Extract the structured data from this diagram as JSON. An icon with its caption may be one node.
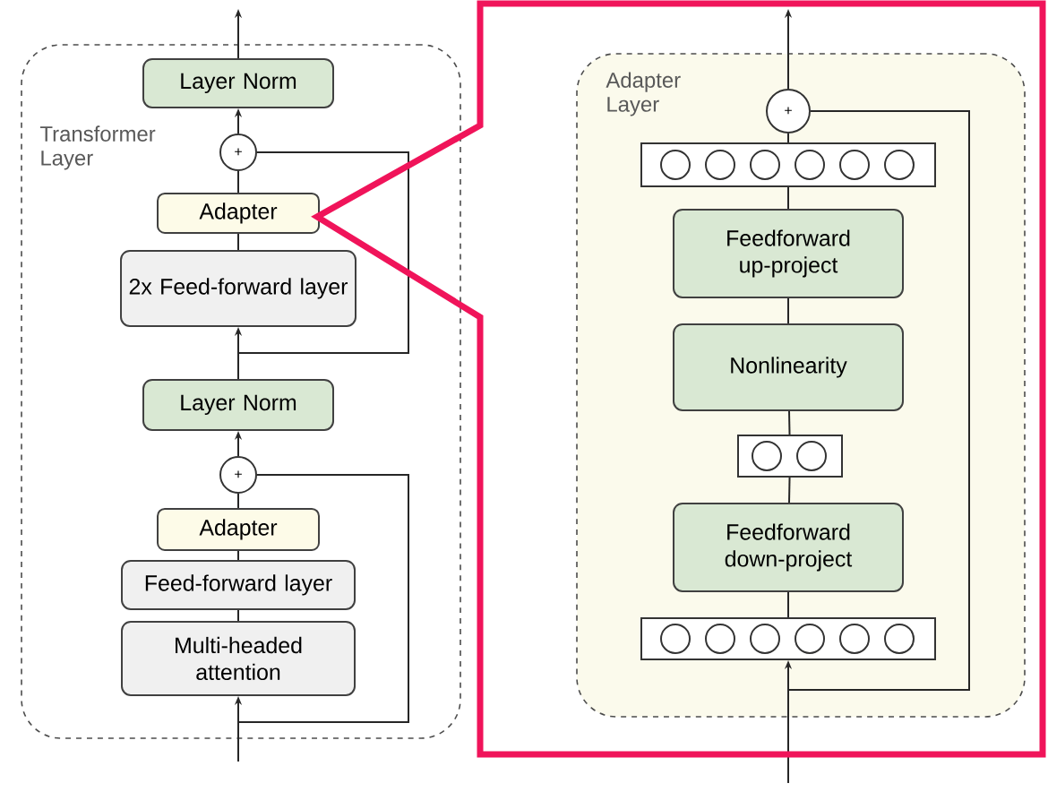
{
  "diagram": {
    "nodes": [
      {
        "text": [
          "Transformer Layer"
        ]
      },
      {
        "text": [
          "Layer Norm"
        ],
        "in": 0
      },
      {
        "text": [
          "+"
        ],
        "in": 0
      },
      {
        "text": [
          "Adapter"
        ],
        "in": 0
      },
      {
        "text": [
          "2x Feed-forward layer"
        ],
        "in": 0
      },
      {
        "text": [
          "Layer Norm"
        ],
        "in": 0
      },
      {
        "text": [
          "+"
        ],
        "in": 0
      },
      {
        "text": [
          "Adapter"
        ],
        "in": 0
      },
      {
        "text": [
          "Feed-forward layer"
        ],
        "in": 0
      },
      {
        "text": [
          "Multi-headed attention"
        ],
        "in": 0
      },
      {
        "text": [
          "Adapter Layer"
        ]
      },
      {
        "text": [
          "+"
        ],
        "in": 10
      },
      {
        "text": [],
        "shape": "box",
        "in": 10
      },
      {
        "text": [
          "Feedforward up-project"
        ],
        "in": 10
      },
      {
        "text": [
          "Nonlinearity"
        ],
        "in": 10
      },
      {
        "text": [],
        "shape": "box",
        "in": 10
      },
      {
        "text": [
          "Feedforward down-project"
        ],
        "in": 10
      },
      {
        "text": [],
        "shape": "box",
        "in": 10
      }
    ],
    "edges": [
      {
        "from": null,
        "to": 9,
        "arrow": "to"
      },
      {
        "from": 9,
        "to": 8,
        "arrow": "none"
      },
      {
        "from": 8,
        "to": 7,
        "arrow": "none"
      },
      {
        "from": 7,
        "to": 6,
        "arrow": "none"
      },
      {
        "from": null,
        "to": 6,
        "arrow": "none"
      },
      {
        "from": 6,
        "to": 5,
        "arrow": "to"
      },
      {
        "from": 5,
        "to": 4,
        "arrow": "to"
      },
      {
        "from": 5,
        "to": 2,
        "arrow": "none"
      },
      {
        "from": 4,
        "to": 3,
        "arrow": "none"
      },
      {
        "from": 3,
        "to": 2,
        "arrow": "none"
      },
      {
        "from": 2,
        "to": 1,
        "arrow": "to"
      },
      {
        "from": 1,
        "to": null,
        "arrow": "to"
      },
      {
        "from": null,
        "to": 17,
        "arrow": "to"
      },
      {
        "from": null,
        "to": 11,
        "arrow": "none"
      },
      {
        "from": 17,
        "to": 16,
        "arrow": "none"
      },
      {
        "from": 16,
        "to": 15,
        "arrow": "none"
      },
      {
        "from": 15,
        "to": 14,
        "arrow": "none"
      },
      {
        "from": 14,
        "to": 13,
        "arrow": "none"
      },
      {
        "from": 13,
        "to": 12,
        "arrow": "none"
      },
      {
        "from": 12,
        "to": 11,
        "arrow": "none"
      },
      {
        "from": 11,
        "to": null,
        "arrow": "to"
      }
    ]
  }
}
